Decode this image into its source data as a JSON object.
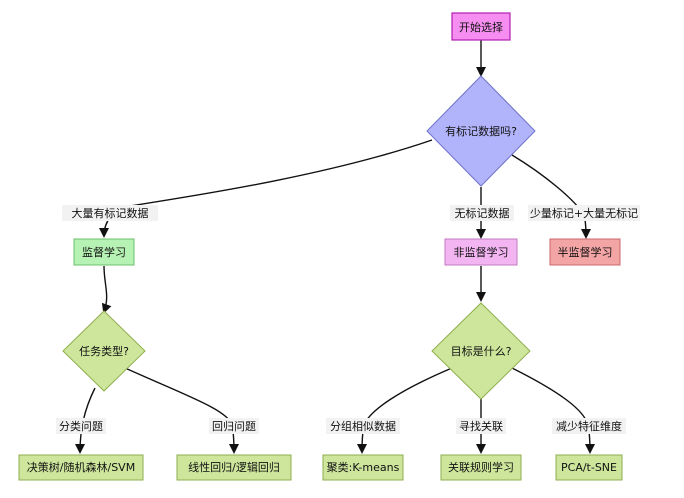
{
  "nodes": {
    "start": "开始选择",
    "has_labels": "有标记数据吗?",
    "supervised": "监督学习",
    "unsupervised": "非监督学习",
    "semi_supervised": "半监督学习",
    "task_type": "任务类型?",
    "goal": "目标是什么?",
    "classifiers": "决策树/随机森林/SVM",
    "regressors": "线性回归/逻辑回归",
    "clustering": "聚类:K-means",
    "association": "关联规则学习",
    "dim_reduction": "PCA/t-SNE"
  },
  "edges": {
    "many_labels": "大量有标记数据",
    "no_labels": "无标记数据",
    "few_labels": "少量标记+大量无标记",
    "classification": "分类问题",
    "regression": "回归问题",
    "group_similar": "分组相似数据",
    "find_relations": "寻找关联",
    "reduce_dims": "减少特征维度"
  },
  "colors": {
    "start_fill": "#f58ef0",
    "start_stroke": "#b21fb0",
    "decision_blue": "#b2b4fb",
    "decision_green": "#cde69c",
    "green_box": "#b6f2b3",
    "pink_box": "#f3b5f2",
    "red_box": "#f3a4a4",
    "leaf_box": "#cde69c"
  }
}
